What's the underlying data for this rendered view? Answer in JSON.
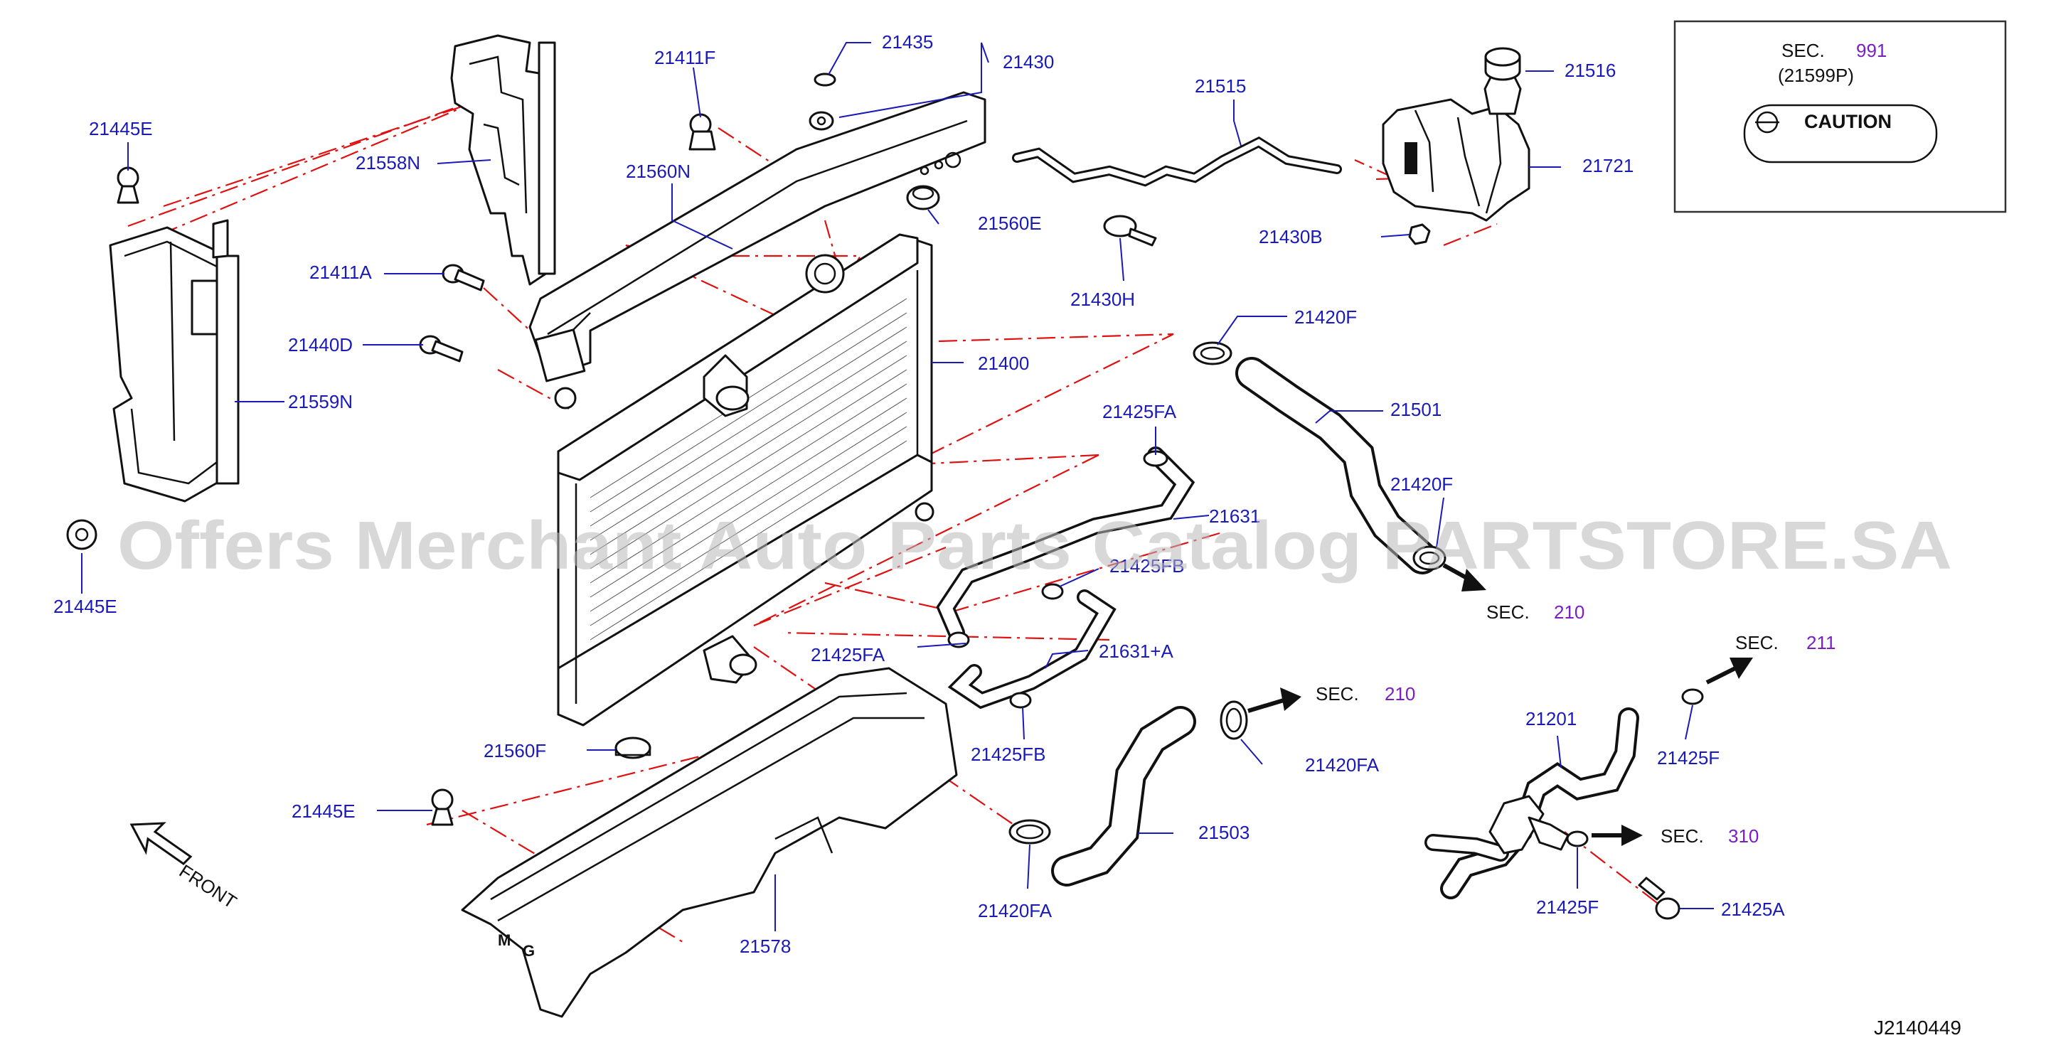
{
  "labels": {
    "p21445E_top": "21445E",
    "p21445E_mid": "21445E",
    "p21445E_bot": "21445E",
    "p21558N": "21558N",
    "p21411F": "21411F",
    "p21560N": "21560N",
    "p21411A": "21411A",
    "p21440D": "21440D",
    "p21559N": "21559N",
    "p21435": "21435",
    "p21430": "21430",
    "p21560E": "21560E",
    "p21430H": "21430H",
    "p21515": "21515",
    "p21516": "21516",
    "p21721": "21721",
    "p21430B": "21430B",
    "p21400": "21400",
    "p21420F_top": "21420F",
    "p21501": "21501",
    "p21425FA_top": "21425FA",
    "p21420F_mid": "21420F",
    "p21631": "21631",
    "p21425FB_top": "21425FB",
    "p21425FA_mid": "21425FA",
    "p21631A": "21631+A",
    "p21420FA_right": "21420FA",
    "p21425FB_bot": "21425FB",
    "p21560F": "21560F",
    "p21503": "21503",
    "p21420FA_bot": "21420FA",
    "p21578": "21578",
    "p21201": "21201",
    "p21425F_top": "21425F",
    "p21425F_bot": "21425F",
    "p21425A": "21425A"
  },
  "sections": {
    "sec_label": "SEC.",
    "s210_a": "210",
    "s210_b": "210",
    "s211": "211",
    "s310": "310"
  },
  "inset": {
    "sec_label": "SEC.",
    "sec_num": "991",
    "part_ref": "(21599P)",
    "caution": "CAUTION"
  },
  "front_label": "FRONT",
  "diagram_code": "J2140449",
  "watermark": "Offers Merchant Auto Parts Catalog PARTSTORE.SA",
  "colors": {
    "label_blue": "#1a1ab8",
    "section_purple": "#7a1fc4",
    "dash_red": "#e01010"
  }
}
